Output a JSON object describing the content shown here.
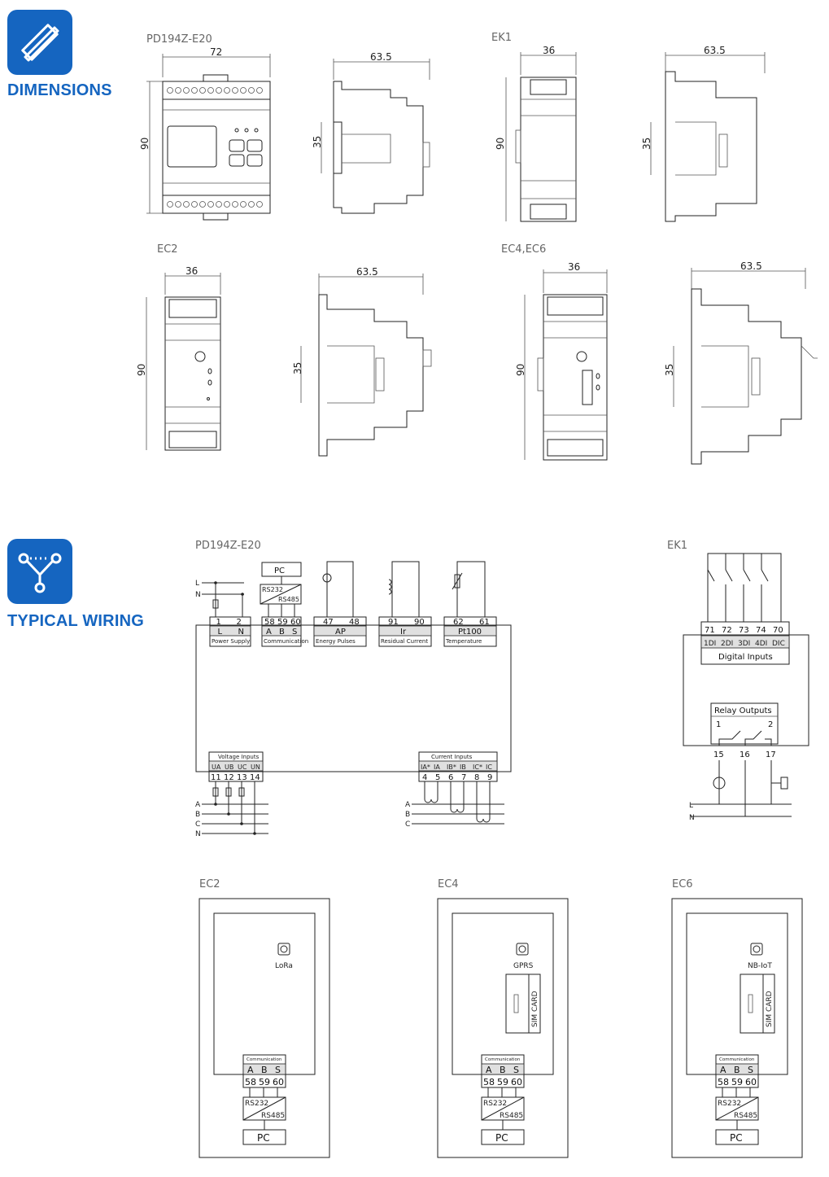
{
  "sections": {
    "dimensions": {
      "title": "DIMENSIONS",
      "icon": "ruler-pencil-icon"
    },
    "wiring": {
      "title": "TYPICAL WIRING",
      "icon": "network-nodes-icon"
    }
  },
  "dimensions": {
    "pd194z": {
      "label": "PD194Z-E20",
      "width": "72",
      "depth": "63.5",
      "height": "90",
      "rail": "35"
    },
    "ek1": {
      "label": "EK1",
      "width": "36",
      "depth": "63.5",
      "height": "90",
      "rail": "35"
    },
    "ec2": {
      "label": "EC2",
      "width": "36",
      "depth": "63.5",
      "height": "90",
      "rail": "35"
    },
    "ec46": {
      "label": "EC4,EC6",
      "width": "36",
      "depth": "63.5",
      "height": "90",
      "rail": "35"
    }
  },
  "wiring_main": {
    "label": "PD194Z-E20",
    "pc": "PC",
    "rs232": "RS232",
    "rs485": "RS485",
    "line_L": "L",
    "line_N": "N",
    "groups_top": [
      {
        "nums": [
          "1",
          "2"
        ],
        "codes": [
          "L",
          "N"
        ],
        "name": "Power Supply"
      },
      {
        "nums": [
          "58",
          "59",
          "60"
        ],
        "codes": [
          "A",
          "B",
          "S"
        ],
        "name": "Communication"
      },
      {
        "nums": [
          "47",
          "48"
        ],
        "codes": [
          "AP"
        ],
        "name": "Energy Pulses"
      },
      {
        "nums": [
          "91",
          "90"
        ],
        "codes": [
          "Ir"
        ],
        "name": "Residual Current"
      },
      {
        "nums": [
          "62",
          "61"
        ],
        "codes": [
          "Pt100"
        ],
        "name": "Temperature"
      }
    ],
    "voltage": {
      "name": "Voltage Inputs",
      "codes": [
        "UA",
        "UB",
        "UC",
        "UN"
      ],
      "nums": [
        "11",
        "12",
        "13",
        "14"
      ]
    },
    "current": {
      "name": "Current Inputs",
      "codes": [
        "IA*",
        "IA",
        "IB*",
        "IB",
        "IC*",
        "IC"
      ],
      "nums": [
        "4",
        "5",
        "6",
        "7",
        "8",
        "9"
      ]
    },
    "phases": [
      "A",
      "B",
      "C",
      "N"
    ]
  },
  "wiring_ek1": {
    "label": "EK1",
    "nums": [
      "71",
      "72",
      "73",
      "74",
      "70"
    ],
    "codes": [
      "1DI",
      "2DI",
      "3DI",
      "4DI",
      "DIC"
    ],
    "di_name": "Digital Inputs",
    "relay_name": "Relay Outputs",
    "relay_ids": [
      "1",
      "2"
    ],
    "relay_nums": [
      "15",
      "16",
      "17"
    ],
    "line_L": "L",
    "line_N": "N"
  },
  "wiring_modules": [
    {
      "label": "EC2",
      "antenna": "LoRa",
      "sim": ""
    },
    {
      "label": "EC4",
      "antenna": "GPRS",
      "sim": "SIM CARD"
    },
    {
      "label": "EC6",
      "antenna": "NB-IoT",
      "sim": "SIM CARD"
    }
  ],
  "module_comm": {
    "name": "Communication",
    "codes": [
      "A",
      "B",
      "S"
    ],
    "nums": [
      "58",
      "59",
      "60"
    ],
    "rs232": "RS232",
    "rs485": "RS485",
    "pc": "PC"
  },
  "colors": {
    "brand": "#1565c0"
  }
}
